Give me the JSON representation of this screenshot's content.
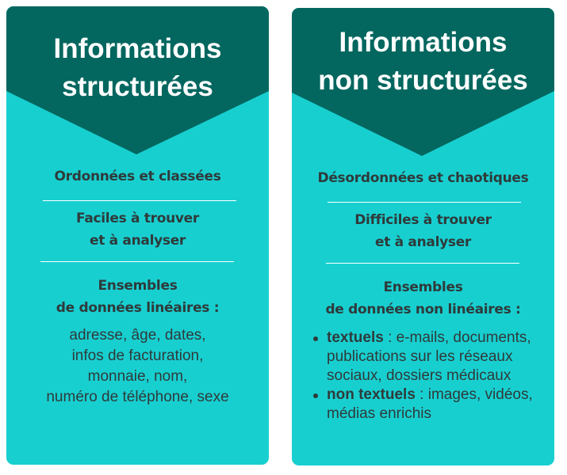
{
  "colors": {
    "header_dark": "#03675f",
    "body_teal": "#18cfd0",
    "title_text": "#ffffff",
    "body_text": "#2f3a3a",
    "divider": "#ffffff"
  },
  "structured": {
    "title_line1": "Informations",
    "title_line2": "structurées",
    "point1": "Ordonnées et classées",
    "point2_line1": "Faciles à trouver",
    "point2_line2": "et à analyser",
    "point3_line1": "Ensembles",
    "point3_line2": "de données linéaires :",
    "examples": [
      "adresse, âge, dates,",
      "infos de facturation,",
      "monnaie, nom,",
      "numéro de téléphone, sexe"
    ]
  },
  "unstructured": {
    "title_line1": "Informations",
    "title_line2": "non structurées",
    "point1": "Désordonnées et chaotiques",
    "point2_line1": "Difficiles à trouver",
    "point2_line2": "et à analyser",
    "point3_line1": "Ensembles",
    "point3_line2": "de données non linéaires :",
    "bullets": [
      {
        "label": "textuels",
        "text": " : e-mails, documents, publications sur les réseaux sociaux, dossiers médicaux"
      },
      {
        "label": "non textuels",
        "text": " : images, vidéos, médias enrichis"
      }
    ]
  }
}
